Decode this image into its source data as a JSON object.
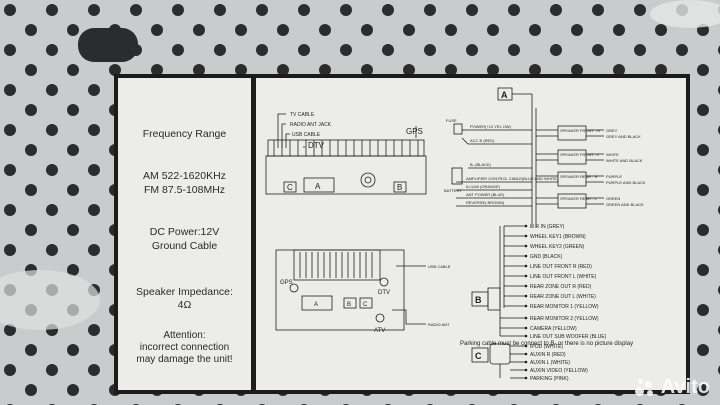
{
  "specs": {
    "frequency_title": "Frequency Range",
    "am_range": "AM 522-1620KHz",
    "fm_range": "FM 87.5-108MHz",
    "dc_power": "DC Power:12V",
    "ground": "Ground Cable",
    "impedance_title": "Speaker Impedance:",
    "impedance_value": "4Ω",
    "warning_title": "Attention:",
    "warning_line1": "incorrect connection",
    "warning_line2": "may damage the unit!"
  },
  "diagram": {
    "tv_cable": "TV CABLE",
    "radio_ant_jack": "RADIO ANT JACK",
    "usb_cable_top": "USB CABLE",
    "dtv": "DTV",
    "gps": "GPS",
    "port_c": "C",
    "port_a": "A",
    "port_b": "B",
    "connector_a": "A",
    "connector_b": "B",
    "connector_c": "C",
    "fuse": "FUSE",
    "battery": "BATTERY",
    "power_wire": "POWER(+12 YEL OW)",
    "acc_wire": "ACC B (RED)",
    "ground_wire": "B- (BLACK)",
    "amp_wire": "AMPLIFIER CONTROL CABLE(BLUE AND WHITE)",
    "illum_wire": "ILLUMI (ORANGE)",
    "ant_power_wire": "ANT POWER (BLUE)",
    "reverse_wire": "REVERSE( BROWN)",
    "speakers": [
      {
        "label": "SPEAKER FRONT - R",
        "colors": [
          "GREY",
          "GREY AND BLACK"
        ]
      },
      {
        "label": "SPEAKER FRONT - L",
        "colors": [
          "WHITE",
          "WHITE AND BLACK"
        ]
      },
      {
        "label": "SPEAKER REAR - R",
        "colors": [
          "PURPLE",
          "PURPLE AND BLACK"
        ]
      },
      {
        "label": "SPEAKER REAR - L",
        "colors": [
          "GREEN",
          "GREEN AND BLACK"
        ]
      }
    ],
    "b_wires": [
      "I / R IN (GREY)",
      "WHEEL KEY1 (BROWN)",
      "WHEEL KEY2 (GREEN)",
      "GND (BLACK)",
      "LINE OUT FRONT R (RED)",
      "LINE OUT FRONT L (WHITE)",
      "REAR ZONE OUT R (RED)",
      "REAR ZONE OUT L (WHITE)",
      "REAR MONITOR 1 (YELLOW)"
    ],
    "b_wires_lower": [
      "REAR MONITOR 2 (YELLOW)",
      "CAMERA (YELLOW)",
      "LINE OUT SUB WOOFER (BLUE)"
    ],
    "parking_note": "Parking cable must be connect to B- or there is no picture display",
    "c_wires": [
      "IPOD (WHITE)",
      "AUXIN R (RED)",
      "AUXIN L (WHITE)",
      "AUXIN VIDEO (YELLOW)",
      "PARKING (PINK)"
    ],
    "back_gps": "GPS",
    "back_dtv": "DTV",
    "back_atv": "ATV",
    "back_usb": "USB CABLE",
    "back_radio": "RADIO ANT",
    "back_port_a": "A",
    "back_port_b": "B",
    "back_port_c": "C"
  },
  "watermark": "Avito"
}
